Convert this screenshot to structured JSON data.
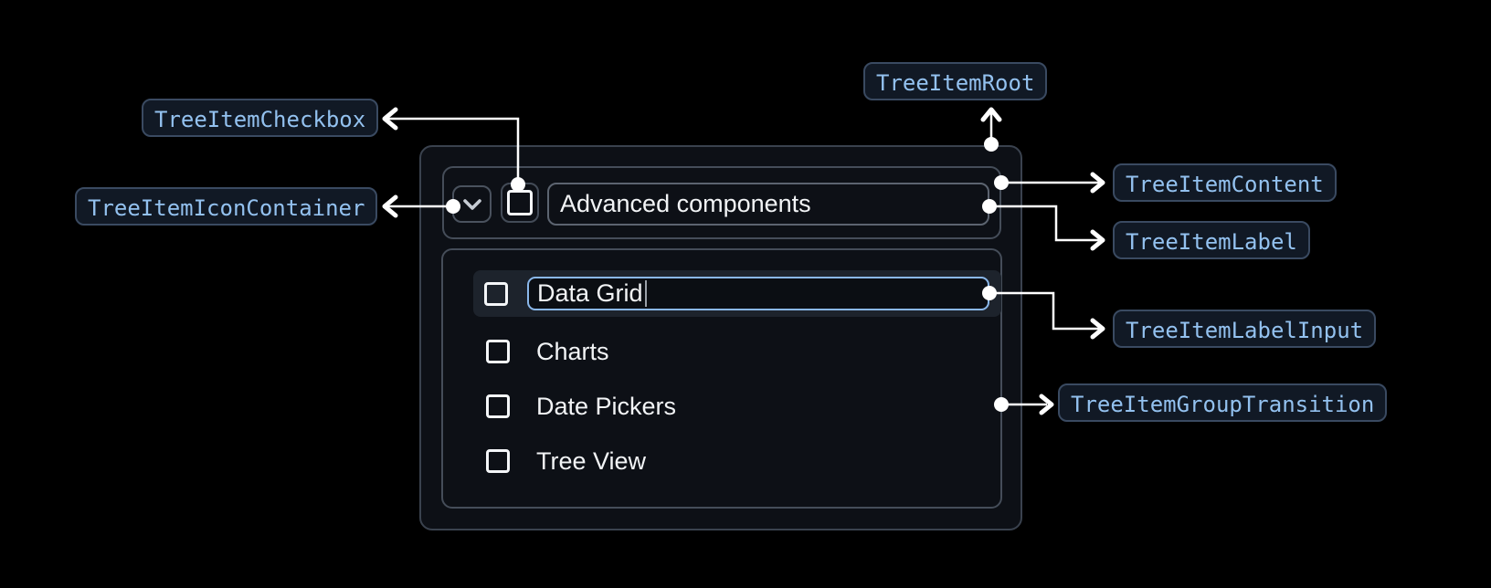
{
  "anatomy_labels": {
    "root": "TreeItemRoot",
    "checkbox": "TreeItemCheckbox",
    "icon_container": "TreeItemIconContainer",
    "content": "TreeItemContent",
    "label": "TreeItemLabel",
    "label_input": "TreeItemLabelInput",
    "group_transition": "TreeItemGroupTransition"
  },
  "tree": {
    "parent_label": "Advanced components",
    "editing_item_value": "Data Grid",
    "items": [
      "Charts",
      "Date Pickers",
      "Tree View"
    ]
  },
  "icons": {
    "expand": "chevron-down-icon",
    "checkbox": "checkbox-unchecked-icon"
  },
  "colors": {
    "badge_text": "#93c1ef",
    "badge_border": "#3a4a61",
    "badge_bg": "#111925",
    "input_focus_border": "#8ab7ea",
    "connector": "#ffffff",
    "row_highlight_bg": "#1d232c",
    "card_bg": "#0d1016",
    "text": "#f2f4f6"
  }
}
